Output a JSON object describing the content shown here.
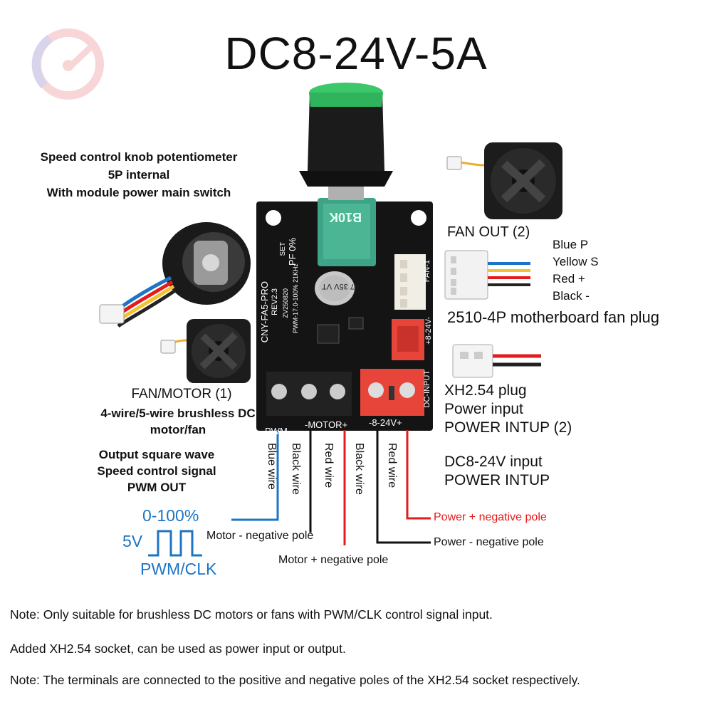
{
  "title": "DC8-24V-5A",
  "knob_description": [
    "Speed control knob potentiometer",
    "5P internal",
    "With module power main switch"
  ],
  "fan_out": {
    "label": "FAN OUT (2)",
    "pins": [
      "Blue P",
      "Yellow S",
      "Red +",
      "Black -"
    ],
    "plug": "2510-4P motherboard fan plug"
  },
  "fan_motor": {
    "label": "FAN/MOTOR  (1)",
    "description": [
      "4-wire/5-wire brushless DC",
      "motor/fan"
    ]
  },
  "pwm_signal": {
    "description": [
      "Output square wave",
      "Speed control signal",
      "PWM OUT"
    ],
    "range": "0-100%",
    "voltage": "5V",
    "name": "PWM/CLK"
  },
  "xh_plug": {
    "lines": [
      "XH2.54 plug",
      "Power input",
      "POWER INTUP (2)"
    ]
  },
  "dc_input": {
    "lines": [
      "DC8-24V input",
      "POWER INTUP"
    ]
  },
  "wires": [
    "Blue wire",
    "Black wire",
    "Red wire",
    "Black wire",
    "Red wire"
  ],
  "poles": {
    "motor_negative": "Motor - negative pole",
    "motor_positive": "Motor + negative pole",
    "power_positive": "Power + negative pole",
    "power_negative": "Power - negative pole"
  },
  "board": {
    "pwm": "PWM",
    "motor": "-MOTOR+",
    "power": "-8-24V+",
    "dc_input": "DC-INPUT",
    "plus_24": "+8-24V-",
    "fan1": "FAN-1",
    "model": "CNY-FA5-PRO",
    "rev": "REV2.3",
    "code": "ZV250820",
    "freq": "PWM-17.0-100%  21KHz",
    "pot": "B10K",
    "set": "SET",
    "pf": "PF 0%",
    "cap": "47 35V VT"
  },
  "notes": [
    "Note: Only suitable for brushless DC motors or fans with PWM/CLK control signal input.",
    "Added XH2.54 socket, can be used as power input or output.",
    "Note: The terminals are connected to the positive and negative poles of the XH2.54 socket respectively."
  ],
  "colors": {
    "blue": "#1e74c4",
    "red": "#e31b1b",
    "black": "#111111",
    "board": "#141414",
    "knob_green": "#3cc86a"
  }
}
